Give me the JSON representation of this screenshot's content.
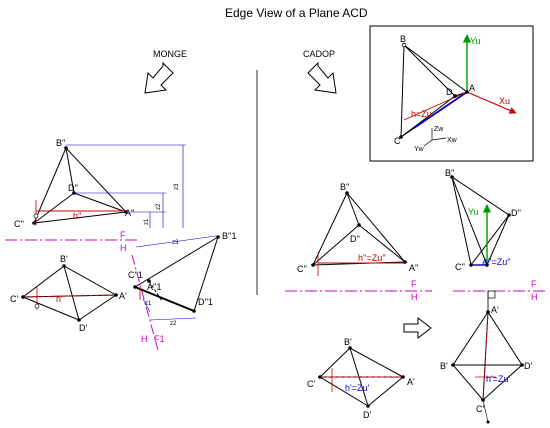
{
  "title": "Edge View of a Plane ACD",
  "sections": {
    "left": "MONGE",
    "right": "CADOP"
  },
  "colors": {
    "red": "#cc0000",
    "blue": "#0000cc",
    "green": "#009900",
    "magenta": "#cc00cc",
    "black": "#000000"
  },
  "monge": {
    "front": {
      "B": "B''",
      "D": "D''",
      "C": "C''",
      "A": "A''",
      "h": "h''"
    },
    "top": {
      "B": "B'",
      "C": "C'",
      "A": "A'",
      "D": "D'",
      "h": "h'"
    },
    "aux": {
      "B": "B''1",
      "C": "C''1",
      "A": "A''1",
      "D": "D''1"
    },
    "dims": {
      "z1": "z1",
      "z2": "z2",
      "z3": "z3"
    },
    "planes": {
      "F": "F",
      "H": "H",
      "F1": "F1",
      "H2": "H"
    }
  },
  "cadop": {
    "inset": {
      "B": "B",
      "A": "A",
      "D": "D",
      "C": "C",
      "Yu": "Yu",
      "Xu": "Xu",
      "h": "h=Zu",
      "Zw": "Zw",
      "Yw": "Yw",
      "Xw": "Xw"
    },
    "front": {
      "B": "B''",
      "D": "D''",
      "C": "C''",
      "A": "A''",
      "h": "h''=Zu''"
    },
    "front2": {
      "B": "B''",
      "D": "D''",
      "C": "C''",
      "A": "A''=Zu''",
      "Yu": "Yu"
    },
    "top": {
      "B": "B'",
      "C": "C'",
      "A": "A'",
      "D": "D'",
      "h": "h'=Zu'"
    },
    "top2": {
      "A": "A'",
      "B": "B'",
      "D": "D'",
      "C": "C'",
      "h": "h'=Zu'"
    },
    "planes": {
      "F": "F",
      "H": "H",
      "F2": "F",
      "H2": "H"
    }
  }
}
